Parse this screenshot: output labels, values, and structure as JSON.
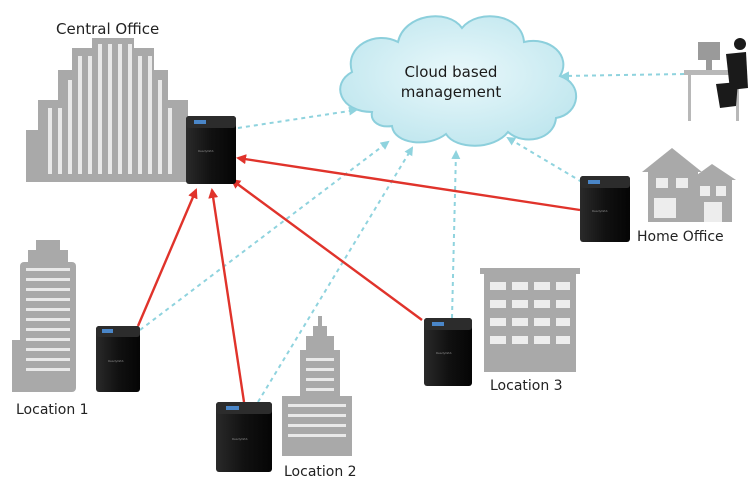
{
  "labels": {
    "central_office": "Central Office",
    "cloud_line1": "Cloud based",
    "cloud_line2": "management",
    "home_office": "Home Office",
    "location_1": "Location 1",
    "location_2": "Location 2",
    "location_3": "Location 3"
  },
  "device_brand_text": "ReadyNAS",
  "colors": {
    "replication_arrow": "#e0332b",
    "cloud_link": "#8fd3de",
    "building": "#a9a9a9",
    "cloud_fill": "#cdeef3",
    "cloud_outline": "#8ccfdc",
    "device_body": "#141414"
  }
}
